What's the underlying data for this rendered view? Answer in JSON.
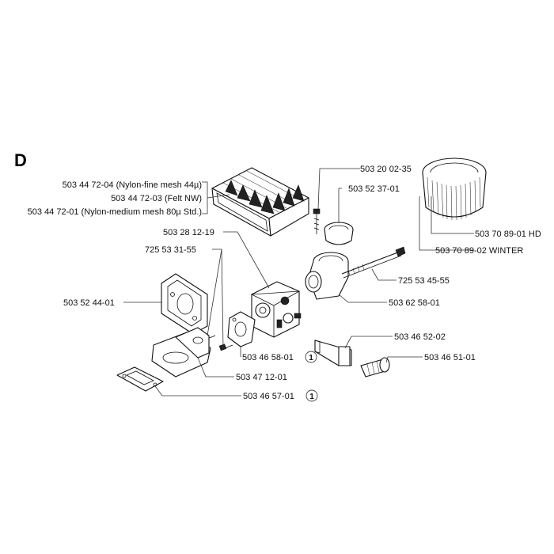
{
  "section_letter": "D",
  "labels": {
    "filter_nylon_fine": "503 44 72-04 (Nylon-fine mesh 44µ)",
    "filter_felt": "503 44 72-03 (Felt NW)",
    "filter_nylon_medium": "503 44 72-01 (Nylon-medium mesh 80µ Std.)",
    "screw_top": "503 20 02-35",
    "rubber_boot": "503 52 37-01",
    "filter_hd": "503 70 89-01 HD",
    "filter_winter": "503 70 89-02 WINTER",
    "carburetor": "503 28 12-19",
    "screws_left": "725 53 31-55",
    "plate": "503 52 44-01",
    "long_bolt": "725 53 45-55",
    "intake_elbow": "503 62 58-01",
    "gasket_carb": "503 46 58-01",
    "badge_carb": "1",
    "intake_manifold": "503 47 12-01",
    "throttle_rod": "503 46 52-02",
    "sleeve": "503 46 51-01",
    "gasket_manifold": "503 46 57-01",
    "badge_manifold": "1"
  }
}
